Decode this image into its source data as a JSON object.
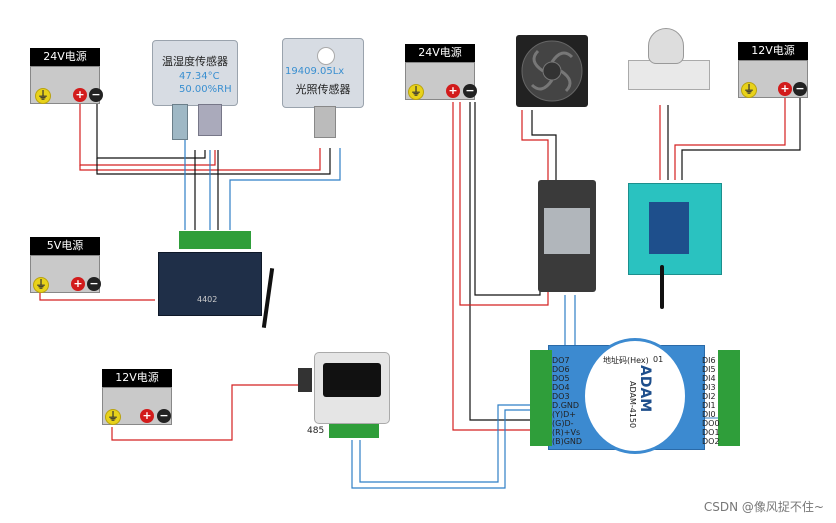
{
  "power_supplies": [
    {
      "id": "psu-24v-left",
      "label": "24V电源"
    },
    {
      "id": "psu-24v-mid",
      "label": "24V电源"
    },
    {
      "id": "psu-12v-right",
      "label": "12V电源"
    },
    {
      "id": "psu-5v",
      "label": "5V电源"
    },
    {
      "id": "psu-12v-bottom",
      "label": "12V电源"
    }
  ],
  "terminals": {
    "gnd": "⏚",
    "pos": "+",
    "neg": "−"
  },
  "temp_humidity_sensor": {
    "title": "温湿度传感器",
    "temperature": "47.34°C",
    "humidity": "50.00%RH"
  },
  "light_sensor": {
    "title": "光照传感器",
    "lux": "19409.05Lx"
  },
  "adam_module": {
    "brand": "ADAM",
    "model": "ADAM-4150",
    "address_label": "地址码(Hex)",
    "address_value": "01",
    "left_pins": [
      "DO7",
      "DO6",
      "DO5",
      "DO4",
      "DO3",
      "D.GND",
      "(Y)D+",
      "(G)D-",
      "(R)+Vs",
      "(B)GND"
    ],
    "right_pins": [
      "DI6",
      "DI5",
      "DI4",
      "DI3",
      "DI2",
      "DI1",
      "DI0",
      "DO0",
      "DO1",
      "DO2"
    ]
  },
  "display_module": {
    "port_label": "485"
  },
  "relay_board": {
    "label": "4402"
  },
  "watermark": "CSDN @像风捉不住~",
  "colors": {
    "red_wire": "#d42020",
    "black_wire": "#111111",
    "blue_wire": "#2f7fc6"
  }
}
